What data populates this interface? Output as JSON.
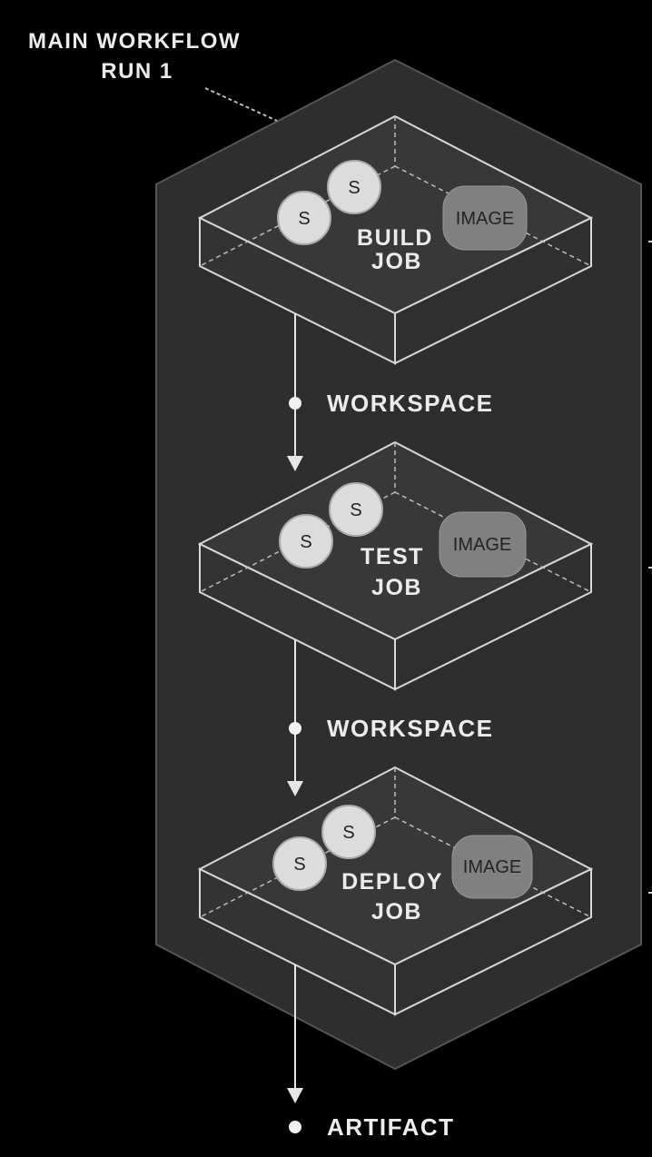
{
  "workflow": {
    "title_line1": "MAIN WORKFLOW",
    "title_line2": "RUN 1"
  },
  "jobs": [
    {
      "name_line1": "BUILD",
      "name_line2": "JOB",
      "step_label": "S",
      "image_label": "IMAGE"
    },
    {
      "name_line1": "TEST",
      "name_line2": "JOB",
      "step_label": "S",
      "image_label": "IMAGE"
    },
    {
      "name_line1": "DEPLOY",
      "name_line2": "JOB",
      "step_label": "S",
      "image_label": "IMAGE"
    }
  ],
  "flows": [
    {
      "label": "WORKSPACE"
    },
    {
      "label": "WORKSPACE"
    },
    {
      "label": "ARTIFACT"
    }
  ],
  "colors": {
    "background": "#000000",
    "workflow_fill": "#2e2e2e",
    "outline": "#cfcfcf",
    "step_fill": "#dcdcdc",
    "image_fill": "#808080"
  }
}
